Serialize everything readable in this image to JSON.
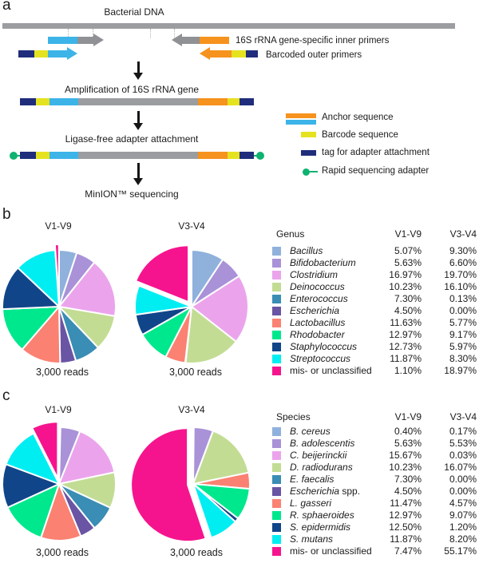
{
  "palette": [
    "#8fb1dc",
    "#a992d8",
    "#eba4ec",
    "#c3dc94",
    "#3a8db4",
    "#6a54a4",
    "#fb8172",
    "#00e88d",
    "#114589",
    "#00eef2",
    "#f6148e"
  ],
  "diagram_colors": {
    "genome_gray": "#9b9da0",
    "arrow_gray": "#8f9194",
    "anchor_blue": "#3cb4e8",
    "anchor_orange": "#f6921e",
    "barcode_yellow": "#e5e220",
    "tag_navy": "#1f2d7c",
    "adapter_green": "#0fb271"
  },
  "panel_a": {
    "label": "a",
    "bacterial_dna_label": "Bacterial DNA",
    "inner_primers_label": "16S rRNA gene-specific inner primers",
    "outer_primers_label": "Barcoded outer primers",
    "amplification_label": "Amplification of 16S rRNA gene",
    "ligase_label": "Ligase-free adapter attachment",
    "minion_label": "MinION™ sequencing",
    "legend": [
      {
        "label": "Anchor sequence"
      },
      {
        "label": "Barcode sequence"
      },
      {
        "label": "tag for adapter attachment"
      },
      {
        "label": "Rapid sequencing adapter"
      }
    ]
  },
  "panel_b": {
    "label": "b"
  },
  "panel_c": {
    "label": "c"
  },
  "chart_data": [
    {
      "type": "pie",
      "panel": "b",
      "title": "V1-V9",
      "caption": "3,000 reads",
      "exploded_index": 10,
      "labels": [
        "Bacillus",
        "Bifidobacterium",
        "Clostridium",
        "Deinococcus",
        "Enterococcus",
        "Escherichia",
        "Lactobacillus",
        "Rhodobacter",
        "Staphylococcus",
        "Streptococcus",
        "mis- or unclassified"
      ],
      "values": [
        5.07,
        5.63,
        16.97,
        10.23,
        7.3,
        4.5,
        11.63,
        12.97,
        12.73,
        11.87,
        1.1
      ]
    },
    {
      "type": "pie",
      "panel": "b",
      "title": "V3-V4",
      "caption": "3,000 reads",
      "exploded_index": 10,
      "labels": [
        "Bacillus",
        "Bifidobacterium",
        "Clostridium",
        "Deinococcus",
        "Enterococcus",
        "Escherichia",
        "Lactobacillus",
        "Rhodobacter",
        "Staphylococcus",
        "Streptococcus",
        "mis- or unclassified"
      ],
      "values": [
        9.3,
        6.6,
        19.7,
        16.1,
        0.13,
        0.0,
        5.77,
        9.17,
        5.97,
        8.3,
        18.97
      ]
    },
    {
      "type": "pie",
      "panel": "c",
      "title": "V1-V9",
      "caption": "3,000 reads",
      "exploded_index": 10,
      "labels": [
        "B. cereus",
        "B. adolescentis",
        "C. beijerinckii",
        "D. radiodurans",
        "E. faecalis",
        "Escherichia spp.",
        "L. gasseri",
        "R. sphaeroides",
        "S. epidermidis",
        "S. mutans",
        "mis- or unclassified"
      ],
      "values": [
        0.4,
        5.63,
        15.67,
        10.23,
        7.3,
        4.5,
        11.47,
        12.97,
        12.5,
        11.87,
        7.47
      ]
    },
    {
      "type": "pie",
      "panel": "c",
      "title": "V3-V4",
      "caption": "3,000 reads",
      "exploded_index": 10,
      "labels": [
        "B. cereus",
        "B. adolescentis",
        "C. beijerinckii",
        "D. radiodurans",
        "E. faecalis",
        "Escherichia spp.",
        "L. gasseri",
        "R. sphaeroides",
        "S. epidermidis",
        "S. mutans",
        "mis- or unclassified"
      ],
      "values": [
        0.17,
        5.53,
        0.03,
        16.07,
        0.0,
        0.0,
        4.57,
        9.07,
        1.2,
        8.2,
        55.17
      ]
    }
  ],
  "tables": {
    "genus": {
      "header": {
        "name": "Genus",
        "v19": "V1-V9",
        "v34": "V3-V4"
      },
      "rows": [
        {
          "i": "Bacillus",
          "r": "",
          "v19": "5.07%",
          "v34": "9.30%"
        },
        {
          "i": "Bifidobacterium",
          "r": "",
          "v19": "5.63%",
          "v34": "6.60%"
        },
        {
          "i": "Clostridium",
          "r": "",
          "v19": "16.97%",
          "v34": "19.70%"
        },
        {
          "i": "Deinococcus",
          "r": "",
          "v19": "10.23%",
          "v34": "16.10%"
        },
        {
          "i": "Enterococcus",
          "r": "",
          "v19": "7.30%",
          "v34": "0.13%"
        },
        {
          "i": "Escherichia",
          "r": "",
          "v19": "4.50%",
          "v34": "0.00%"
        },
        {
          "i": "Lactobacillus",
          "r": "",
          "v19": "11.63%",
          "v34": "5.77%"
        },
        {
          "i": "Rhodobacter",
          "r": "",
          "v19": "12.97%",
          "v34": "9.17%"
        },
        {
          "i": "Staphylococcus",
          "r": "",
          "v19": "12.73%",
          "v34": "5.97%"
        },
        {
          "i": "Streptococcus",
          "r": "",
          "v19": "11.87%",
          "v34": "8.30%"
        },
        {
          "i": "",
          "r": "mis- or unclassified",
          "v19": "1.10%",
          "v34": "18.97%"
        }
      ]
    },
    "species": {
      "header": {
        "name": "Species",
        "v19": "V1-V9",
        "v34": "V3-V4"
      },
      "rows": [
        {
          "i": "B. cereus",
          "r": "",
          "v19": "0.40%",
          "v34": "0.17%"
        },
        {
          "i": "B. adolescentis",
          "r": "",
          "v19": "5.63%",
          "v34": "5.53%"
        },
        {
          "i": "C. beijerinckii",
          "r": "",
          "v19": "15.67%",
          "v34": "0.03%"
        },
        {
          "i": "D. radiodurans",
          "r": "",
          "v19": "10.23%",
          "v34": "16.07%"
        },
        {
          "i": "E. faecalis",
          "r": "",
          "v19": "7.30%",
          "v34": "0.00%"
        },
        {
          "i": "Escherichia",
          "r": " spp.",
          "v19": "4.50%",
          "v34": "0.00%"
        },
        {
          "i": "L. gasseri",
          "r": "",
          "v19": "11.47%",
          "v34": "4.57%"
        },
        {
          "i": "R. sphaeroides",
          "r": "",
          "v19": "12.97%",
          "v34": "9.07%"
        },
        {
          "i": "S. epidermidis",
          "r": "",
          "v19": "12.50%",
          "v34": "1.20%"
        },
        {
          "i": "S. mutans",
          "r": "",
          "v19": "11.87%",
          "v34": "8.20%"
        },
        {
          "i": "",
          "r": "mis- or unclassified",
          "v19": "7.47%",
          "v34": "55.17%"
        }
      ]
    }
  }
}
